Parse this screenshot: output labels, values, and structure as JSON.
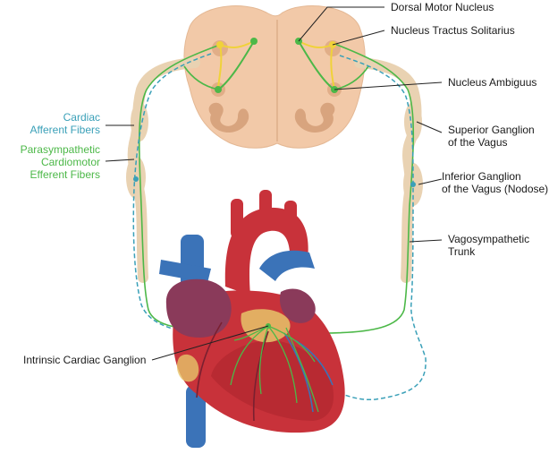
{
  "labels": {
    "dorsal_motor_nucleus": "Dorsal Motor Nucleus",
    "nucleus_tractus_solitarius": "Nucleus Tractus Solitarius",
    "nucleus_ambiguus": "Nucleus Ambiguus",
    "superior_ganglion_line1": "Superior Ganglion",
    "superior_ganglion_line2": "of the Vagus",
    "inferior_ganglion_line1": "Inferior Ganglion",
    "inferior_ganglion_line2": "of the Vagus (Nodose)",
    "vagosympathetic_line1": "Vagosympathetic",
    "vagosympathetic_line2": "Trunk",
    "intrinsic_cardiac_ganglion": "Intrinsic Cardiac Ganglion",
    "cardiac_afferent_line1": "Cardiac",
    "cardiac_afferent_line2": "Afferent Fibers",
    "parasympathetic_line1": "Parasympathetic",
    "parasympathetic_line2": "Cardiomotor",
    "parasympathetic_line3": "Efferent Fibers"
  },
  "colors": {
    "afferent": "#3aa0b8",
    "efferent": "#4cb848",
    "nerve_trunk": "#e9d2b2",
    "brainstem": "#f2c9a8",
    "heart_red": "#c8323a",
    "vein_blue": "#3b73b8",
    "leader_line": "#222222"
  }
}
